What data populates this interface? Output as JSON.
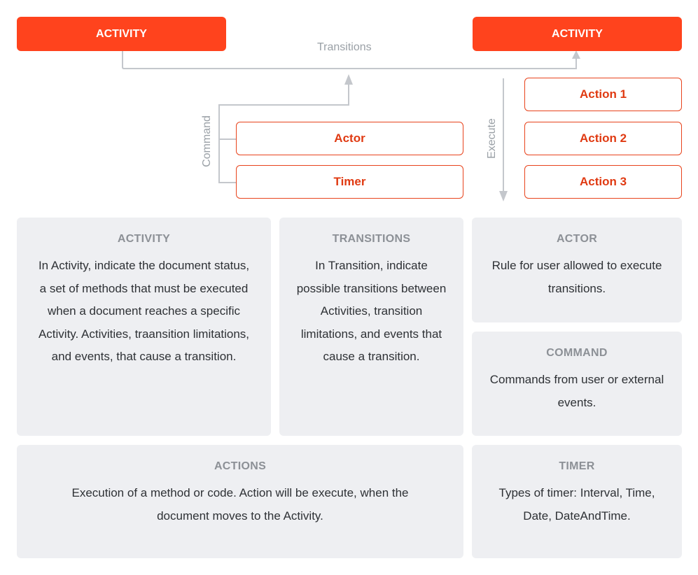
{
  "diagram": {
    "activity_left": "ACTIVITY",
    "activity_right": "ACTIVITY",
    "transitions_label": "Transitions",
    "command_label": "Command",
    "execute_label": "Execute",
    "actor": "Actor",
    "timer": "Timer",
    "actions": [
      "Action 1",
      "Action 2",
      "Action 3"
    ]
  },
  "cards": {
    "activity": {
      "title": "ACTIVITY",
      "body": "In Activity, indicate the document status, a set of methods that must be executed when a document reaches a specific Activity. Activities, traansition limitations, and events, that cause a transition."
    },
    "transitions": {
      "title": "TRANSITIONS",
      "body": "In Transition, indicate possible transitions between Activities, transition limitations, and events that cause a transition."
    },
    "actor": {
      "title": "ACTOR",
      "body": "Rule for user allowed to execute transitions."
    },
    "command": {
      "title": "COMMAND",
      "body": "Commands from user or external events."
    },
    "actions": {
      "title": "ACTIONS",
      "body": "Execution of a method or code. Action will be execute, when the document moves to the Activity."
    },
    "timer": {
      "title": "TIMER",
      "body": "Types of timer: Interval, Time, Date, DateAndTime."
    }
  },
  "colors": {
    "accent": "#ff431d",
    "card_bg": "#eeeff2",
    "connector": "#c4c7cc",
    "muted_text": "#8c9096"
  }
}
